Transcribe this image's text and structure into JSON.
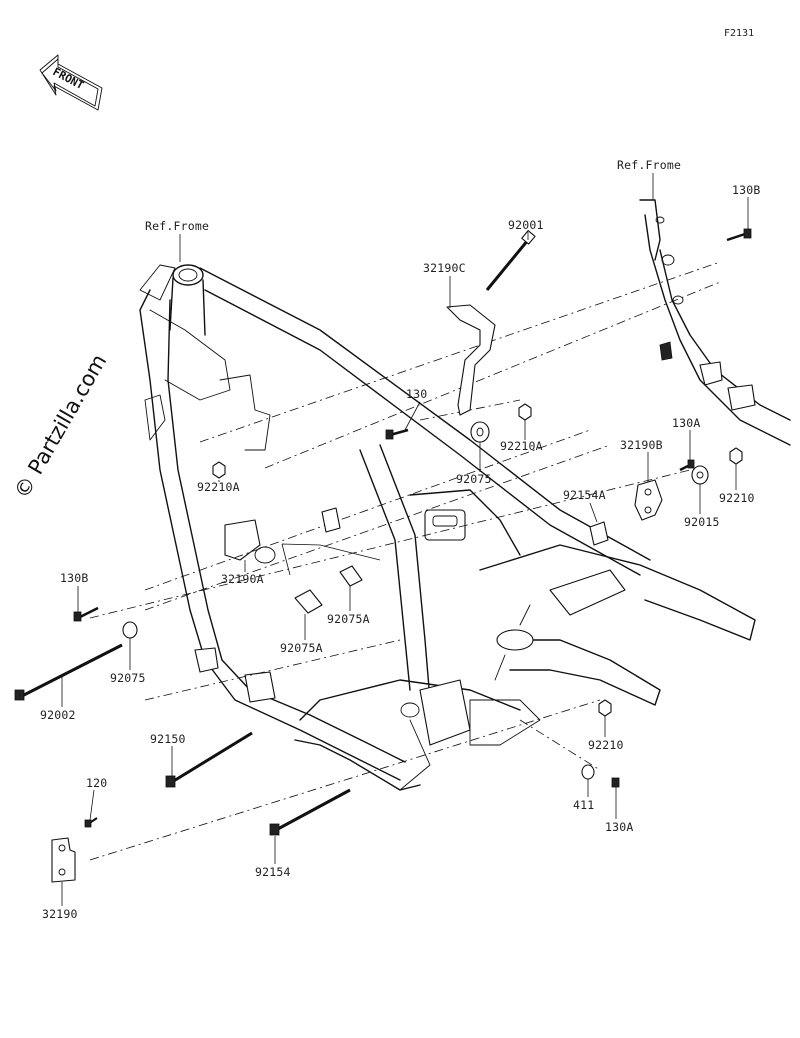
{
  "figure": {
    "code": "F2131"
  },
  "watermark": "© Partzilla.com",
  "front_arrow": {
    "label": "FRONT"
  },
  "references": [
    {
      "id": "ref-frame-main",
      "label": "Ref.Frome"
    },
    {
      "id": "ref-frame-rear",
      "label": "Ref.Frome"
    }
  ],
  "parts": [
    "92001",
    "32190C",
    "130",
    "92210A",
    "92210A",
    "92075",
    "130B",
    "130A",
    "32190B",
    "92154A",
    "92210",
    "92015",
    "130B",
    "32190A",
    "92075A",
    "92075A",
    "92075",
    "92002",
    "92150",
    "92210",
    "120",
    "411",
    "130A",
    "92154",
    "32190"
  ]
}
